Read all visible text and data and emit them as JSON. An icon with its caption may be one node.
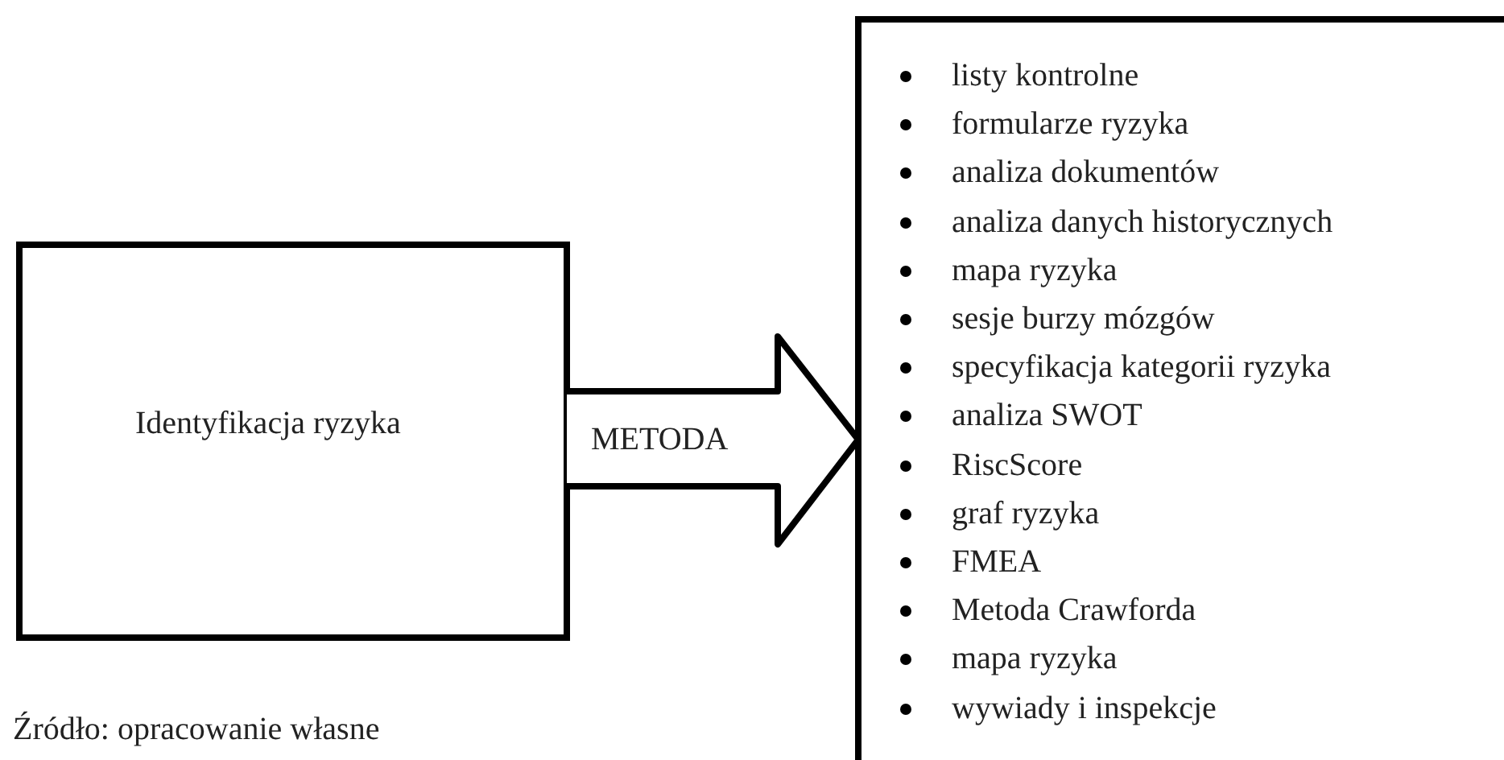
{
  "diagram": {
    "caption": "Źródło: opracowanie własne",
    "nodes": [
      {
        "text": [
          "Identyfikacja ryzyka"
        ]
      },
      {
        "text": [
          "listy kontrolne",
          "formularze ryzyka",
          "analiza dokumentów",
          "analiza danych historycznych",
          "mapa ryzyka",
          "sesje burzy mózgów",
          "specyfikacja kategorii ryzyka",
          "analiza SWOT",
          "RiscScore",
          "graf ryzyka",
          "FMEA",
          "Metoda Crawforda",
          "mapa ryzyka",
          "wywiady i inspekcje"
        ]
      }
    ],
    "edges": [
      {
        "from": 0,
        "to": 1,
        "arrow": "to",
        "label": "METODA"
      }
    ]
  }
}
